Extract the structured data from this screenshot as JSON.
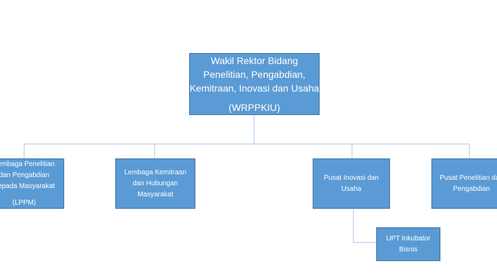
{
  "org_chart": {
    "root": {
      "lines": [
        "Wakil Rektor Bidang",
        "Penelitian, Pengabdian,",
        "Kemitraan, Inovasi dan Usaha"
      ],
      "abbr": "(WRPPKIU)"
    },
    "units": [
      {
        "lines": [
          "Lembaga Penelitian",
          "dan Pengabdian",
          "Kepada Masyarakat"
        ],
        "abbr": "(LPPM)"
      },
      {
        "lines": [
          "Lembaga Kemitraan",
          "dan Hubungan",
          "Masyarakat"
        ]
      },
      {
        "lines": [
          "Pusat Inovasi dan",
          "Usaha"
        ]
      },
      {
        "lines": [
          "Pusat Penelitian dan",
          "Pengabdian"
        ]
      }
    ],
    "sub_unit": {
      "lines": [
        "UPT Inkubator",
        "Bisnis"
      ]
    }
  },
  "colors": {
    "box_fill": "#5b9bd5",
    "box_border": "#41719c",
    "connector": "#a5c4e6",
    "text": "#ffffff"
  }
}
